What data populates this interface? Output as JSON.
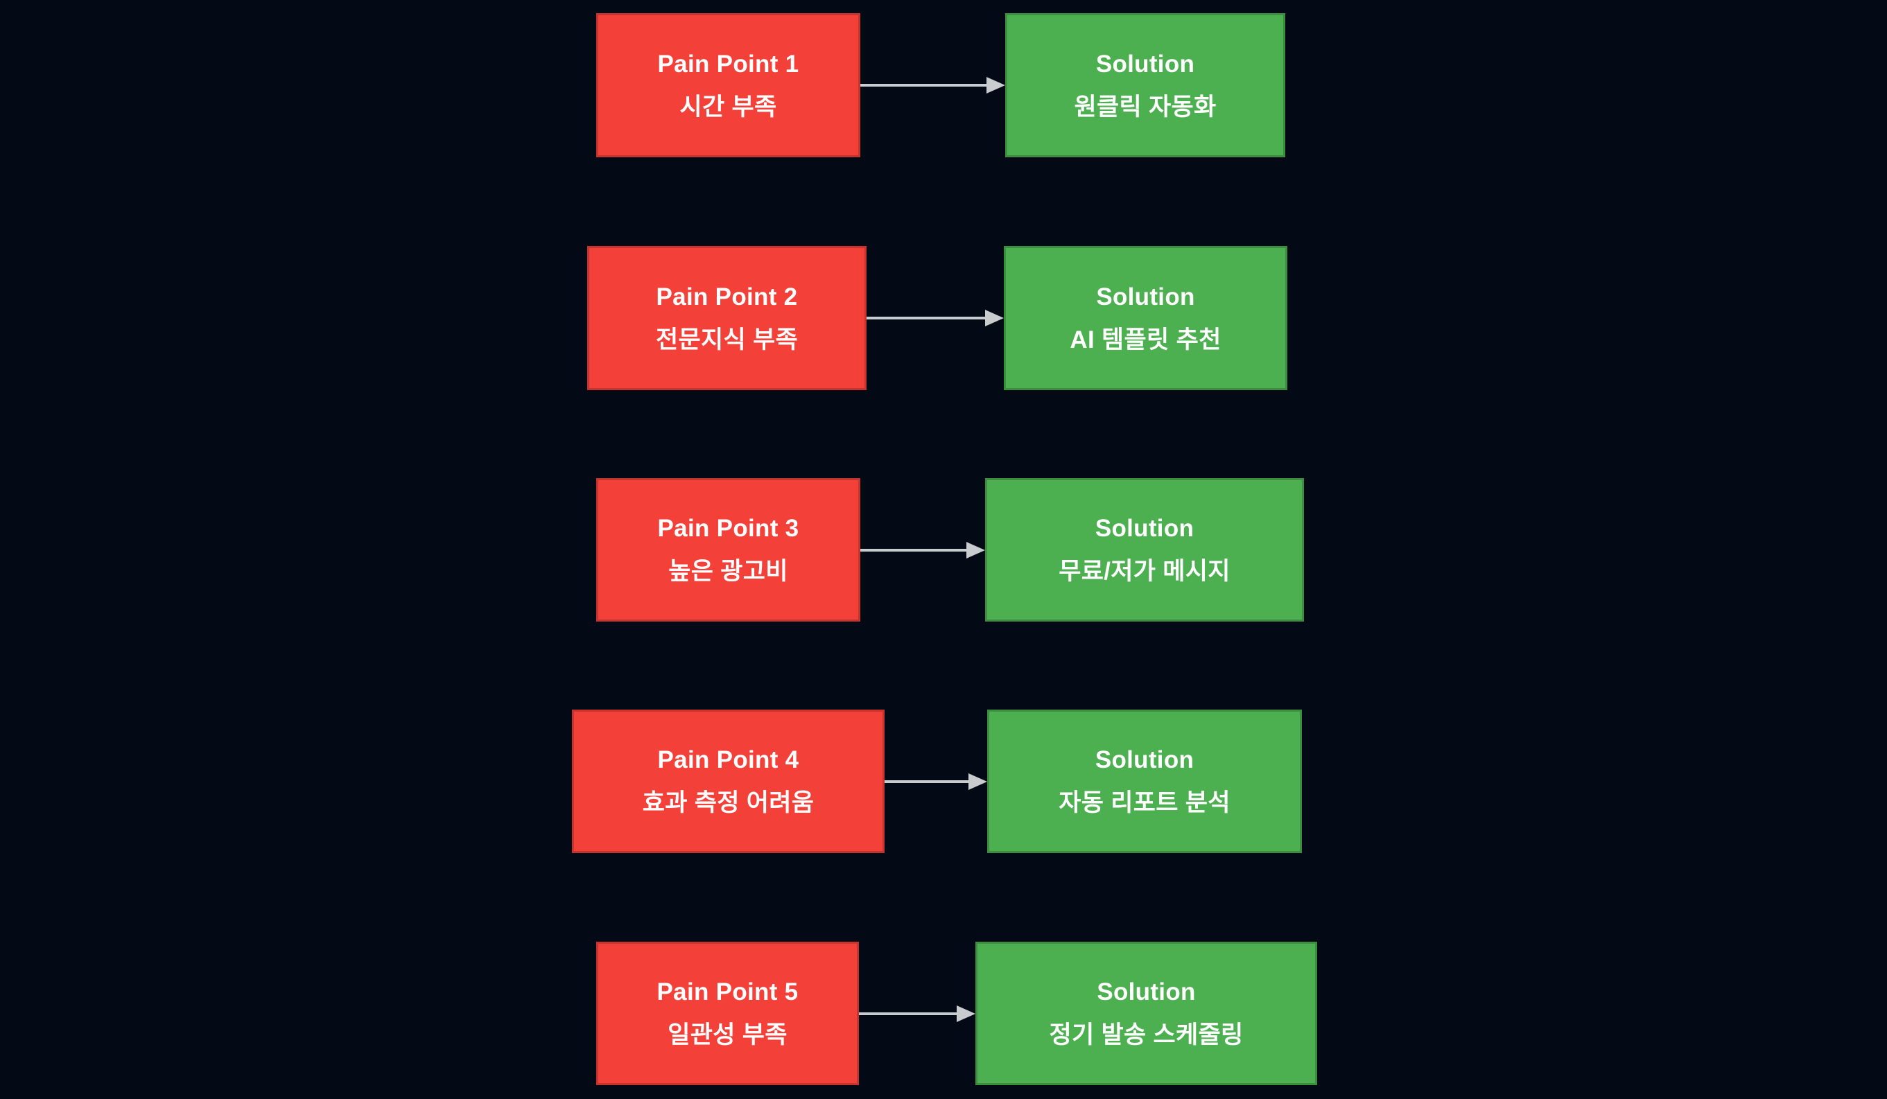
{
  "diagram": {
    "rows": [
      {
        "pain": {
          "line1": "Pain Point 1",
          "line2": "시간 부족"
        },
        "solution": {
          "line1": "Solution",
          "line2": "원클릭 자동화"
        }
      },
      {
        "pain": {
          "line1": "Pain Point 2",
          "line2": "전문지식 부족"
        },
        "solution": {
          "line1": "Solution",
          "line2": "AI 템플릿 추천"
        }
      },
      {
        "pain": {
          "line1": "Pain Point 3",
          "line2": "높은 광고비"
        },
        "solution": {
          "line1": "Solution",
          "line2": "무료/저가 메시지"
        }
      },
      {
        "pain": {
          "line1": "Pain Point 4",
          "line2": "효과 측정 어려움"
        },
        "solution": {
          "line1": "Solution",
          "line2": "자동 리포트 분석"
        }
      },
      {
        "pain": {
          "line1": "Pain Point 5",
          "line2": "일관성 부족"
        },
        "solution": {
          "line1": "Solution",
          "line2": "정기 발송 스케줄링"
        }
      }
    ]
  },
  "colors": {
    "bg": "#040a15",
    "pain-fill": "#f3413a",
    "pain-border": "#c5342f",
    "sol-fill": "#4caf50",
    "sol-border": "#3e8e41",
    "arrow": "#c8cccf",
    "text": "#ffffff"
  }
}
